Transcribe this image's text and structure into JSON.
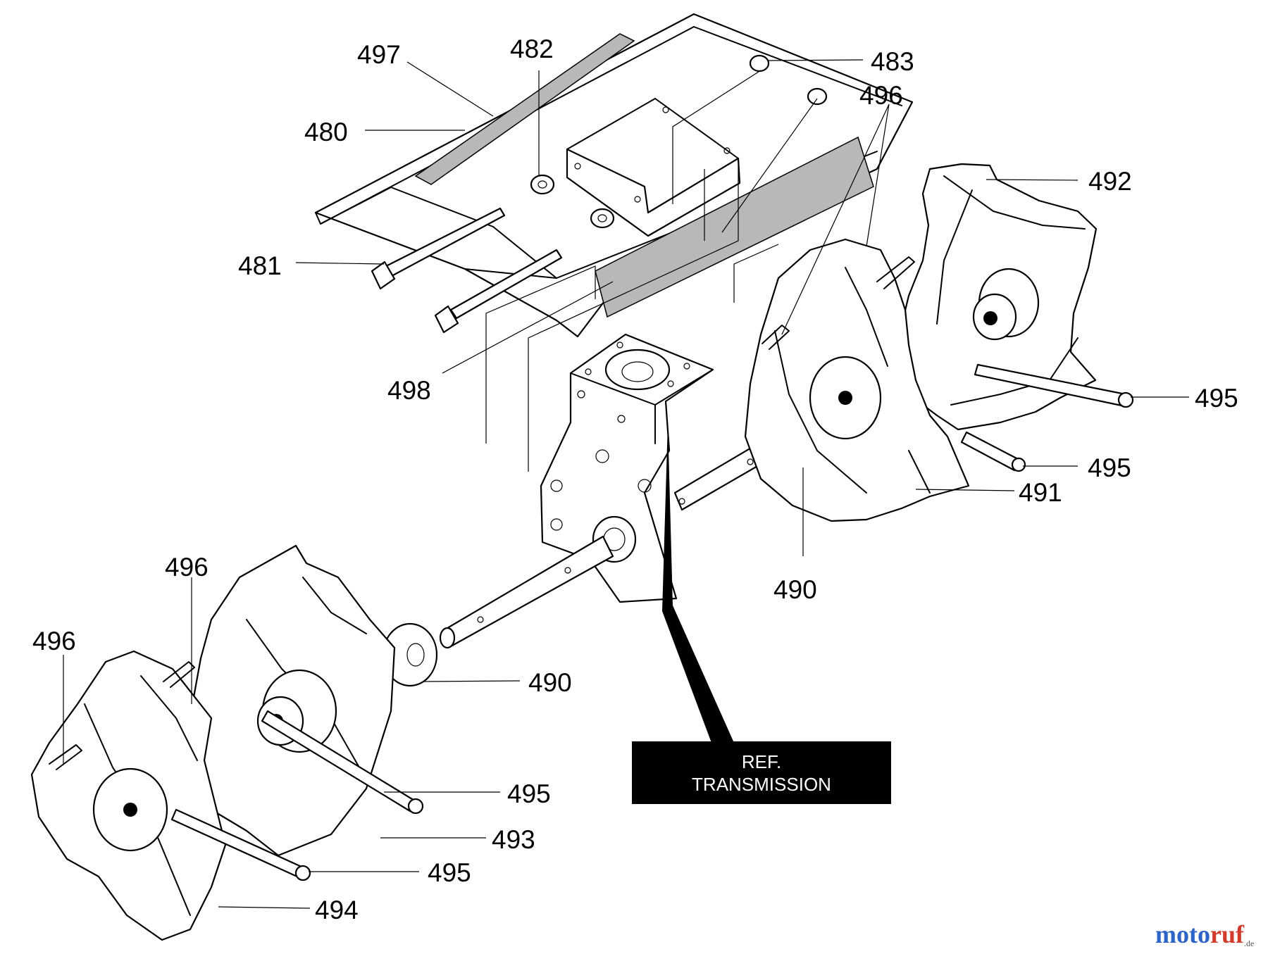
{
  "callouts": {
    "c497": "497",
    "c482": "482",
    "c483": "483",
    "c496_top": "496",
    "c480": "480",
    "c492": "492",
    "c481": "481",
    "c498": "498",
    "c495_a": "495",
    "c495_b": "495",
    "c491": "491",
    "c490_a": "490",
    "c496_left_a": "496",
    "c496_left_b": "496",
    "c490_b": "490",
    "c495_c": "495",
    "c493": "493",
    "c495_d": "495",
    "c494": "494"
  },
  "reference_box": {
    "line1": "REF.",
    "line2": "TRANSMISSION"
  },
  "watermark": {
    "part1": "moto",
    "part2": "ruf",
    "suffix": ".de"
  }
}
